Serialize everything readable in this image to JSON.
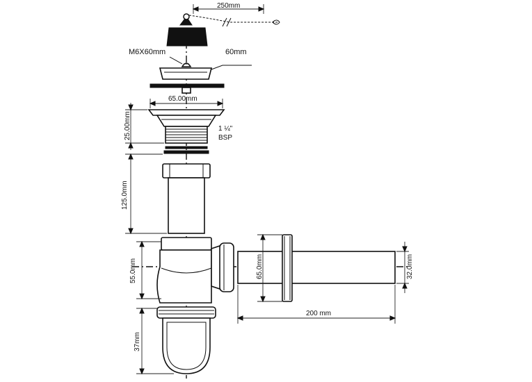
{
  "labels": {
    "chain_length": "250mm",
    "screw": "M6X60mm",
    "grate_diameter": "60mm",
    "flange_diameter": "65.00mm",
    "flange_height": "25.00mm",
    "thread_size": "1 ¼\"",
    "thread_type": "BSP",
    "tail_length": "125.0mm",
    "body_height": "55.0mm",
    "cup_height": "37mm",
    "outlet_flange_diameter": "65.0mm",
    "outlet_length": "200 mm",
    "outlet_diameter": "32.0mm"
  }
}
